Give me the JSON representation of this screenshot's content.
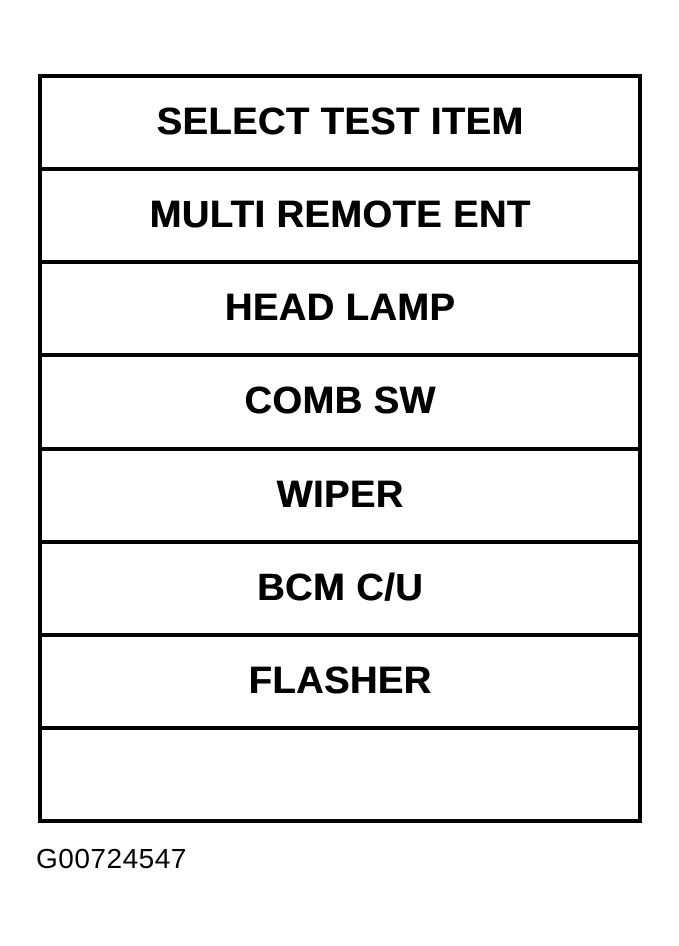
{
  "figure": {
    "id_label": "G00724547"
  },
  "menu": {
    "title": "SELECT TEST ITEM",
    "rows": [
      "SELECT TEST ITEM",
      "MULTI REMOTE ENT",
      "HEAD LAMP",
      "COMB SW",
      "WIPER",
      "BCM C/U",
      "FLASHER",
      ""
    ],
    "colors": {
      "border": "#000000",
      "text": "#000000",
      "background": "#ffffff"
    }
  }
}
